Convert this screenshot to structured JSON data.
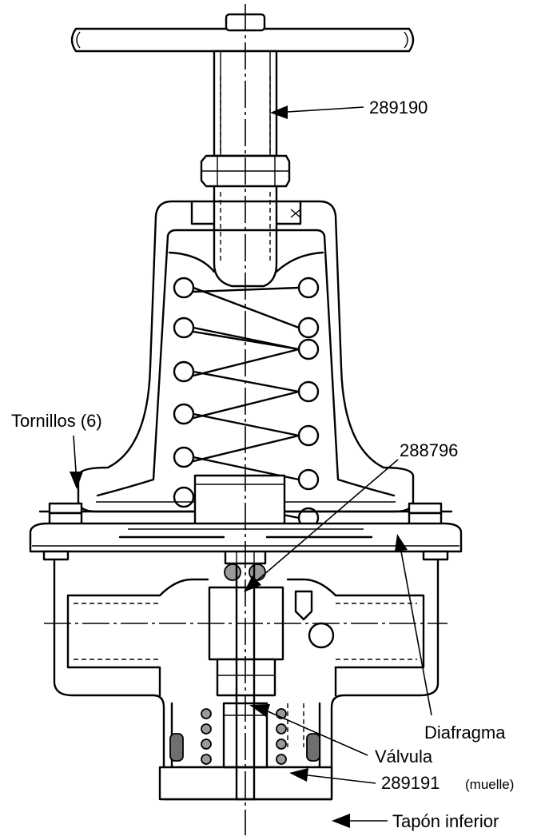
{
  "labels": {
    "part_289190": "289190",
    "screws": "Tornillos (6)",
    "part_288796": "288796",
    "diaphragm": "Diafragma",
    "valve": "Válvula",
    "part_289191": "289191",
    "part_289191_note": "(muelle)",
    "bottom_plug": "Tapón inferior"
  },
  "colors": {
    "line": "#000000",
    "ball_fill": "#9a9a9a",
    "oring_fill": "#6f6f6f",
    "background": "#ffffff"
  }
}
